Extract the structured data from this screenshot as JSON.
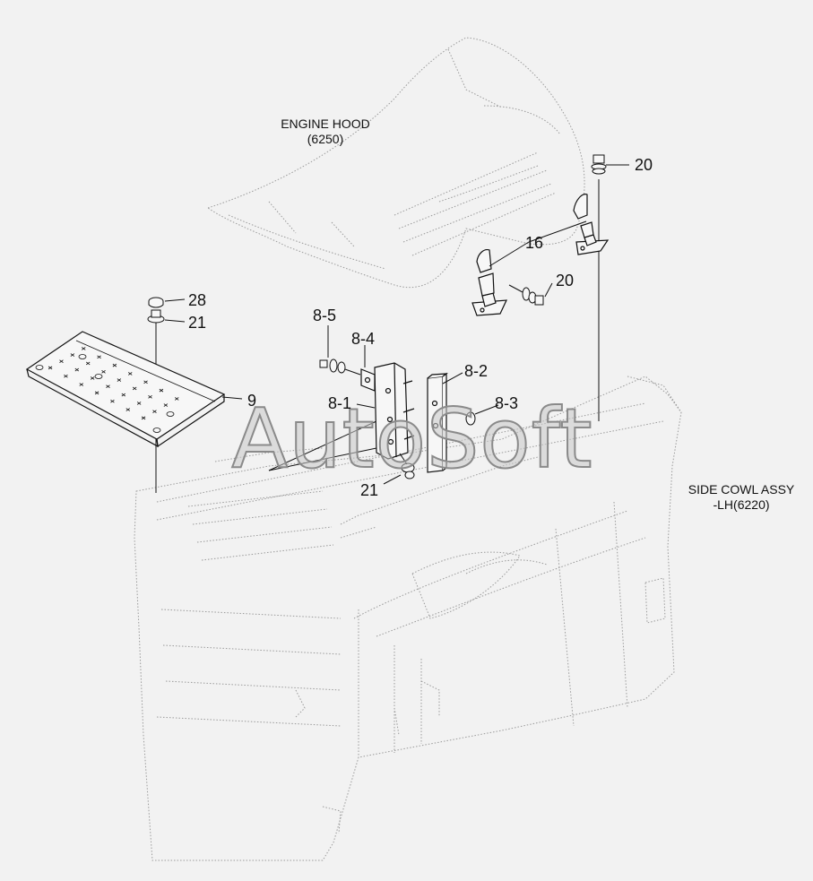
{
  "captions": {
    "engine_hood": [
      "ENGINE HOOD",
      "(6250)"
    ],
    "side_cowl": [
      "SIDE COWL ASSY",
      "-LH(6220)"
    ]
  },
  "watermark": "AutoSoft",
  "part_labels": {
    "p28": "28",
    "p21_top": "21",
    "p9": "9",
    "p8_5": "8-5",
    "p8_4": "8-4",
    "p8_2": "8-2",
    "p8_1": "8-1",
    "p8_3": "8-3",
    "p21_bottom": "21",
    "p20_top": "20",
    "p16": "16",
    "p20_mid": "20"
  },
  "colors": {
    "background": "#f2f2f2",
    "line": "#111111",
    "dotted_line": "#9a9a9a"
  }
}
